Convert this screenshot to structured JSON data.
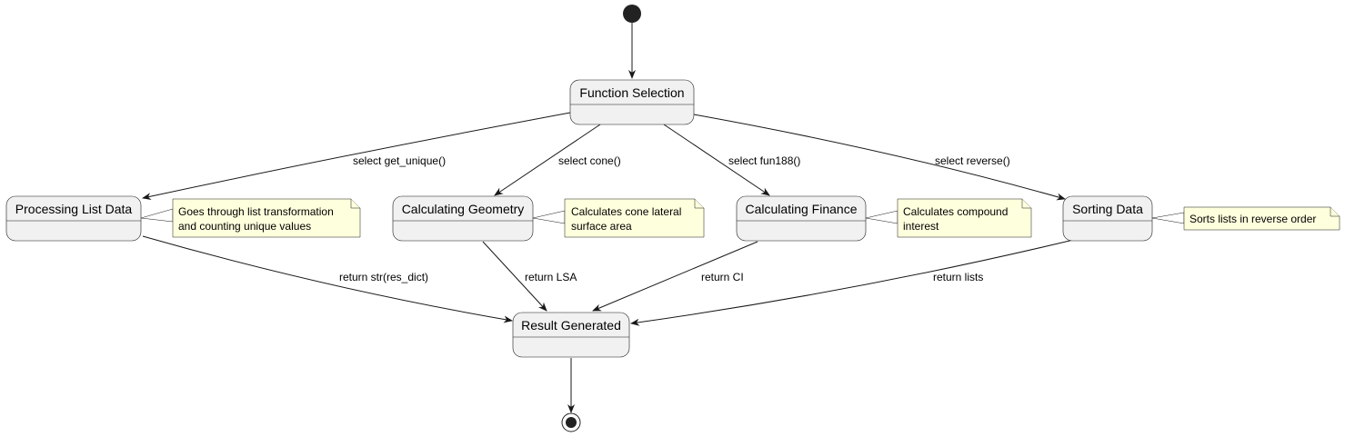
{
  "states": {
    "function_selection": "Function Selection",
    "processing_list_data": "Processing List Data",
    "calculating_geometry": "Calculating Geometry",
    "calculating_finance": "Calculating Finance",
    "sorting_data": "Sorting Data",
    "result_generated": "Result Generated"
  },
  "transitions": {
    "select_get_unique": "select get_unique()",
    "select_cone": "select cone()",
    "select_fun188": "select fun188()",
    "select_reverse": "select reverse()",
    "return_res_dict": "return str(res_dict)",
    "return_lsa": "return LSA",
    "return_ci": "return CI",
    "return_lists": "return lists"
  },
  "notes": {
    "processing": [
      "Goes through list transformation",
      "and counting unique values"
    ],
    "geometry": [
      "Calculates cone lateral",
      "surface area"
    ],
    "finance": [
      "Calculates compound",
      "interest"
    ],
    "sorting": [
      "Sorts lists in reverse order"
    ]
  },
  "colors": {
    "state_fill": "#f1f1f1",
    "note_fill": "#feffdd",
    "line": "#181818"
  }
}
